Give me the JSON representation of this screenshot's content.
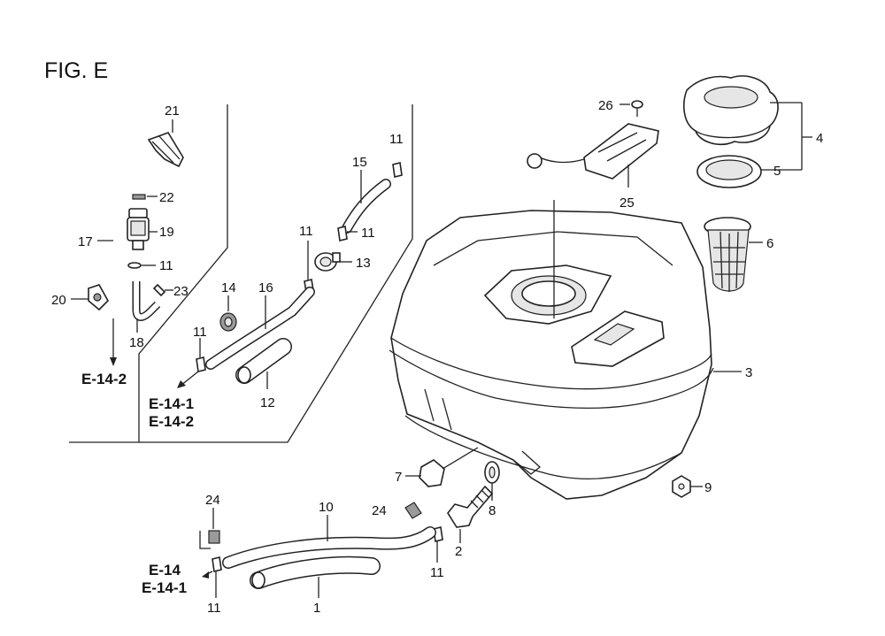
{
  "figure_title": "FIG. E",
  "refs": {
    "e_14_2_left": "E-14-2",
    "e_14_1_mid": "E-14-1",
    "e_14_2_mid": "E-14-2",
    "e_14_bottom": "E-14",
    "e_14_1_bottom": "E-14-1"
  },
  "labels": {
    "l1": "1",
    "l2": "2",
    "l3": "3",
    "l4": "4",
    "l5": "5",
    "l6": "6",
    "l7": "7",
    "l8": "8",
    "l9": "9",
    "l10": "10",
    "l11a": "11",
    "l11b": "11",
    "l11c": "11",
    "l11d": "11",
    "l11e": "11",
    "l11f": "11",
    "l11g": "11",
    "l12": "12",
    "l13": "13",
    "l14": "14",
    "l15": "15",
    "l16": "16",
    "l17": "17",
    "l18": "18",
    "l19": "19",
    "l20": "20",
    "l21": "21",
    "l22": "22",
    "l23": "23",
    "l24a": "24",
    "l24b": "24",
    "l25": "25",
    "l26": "26"
  }
}
